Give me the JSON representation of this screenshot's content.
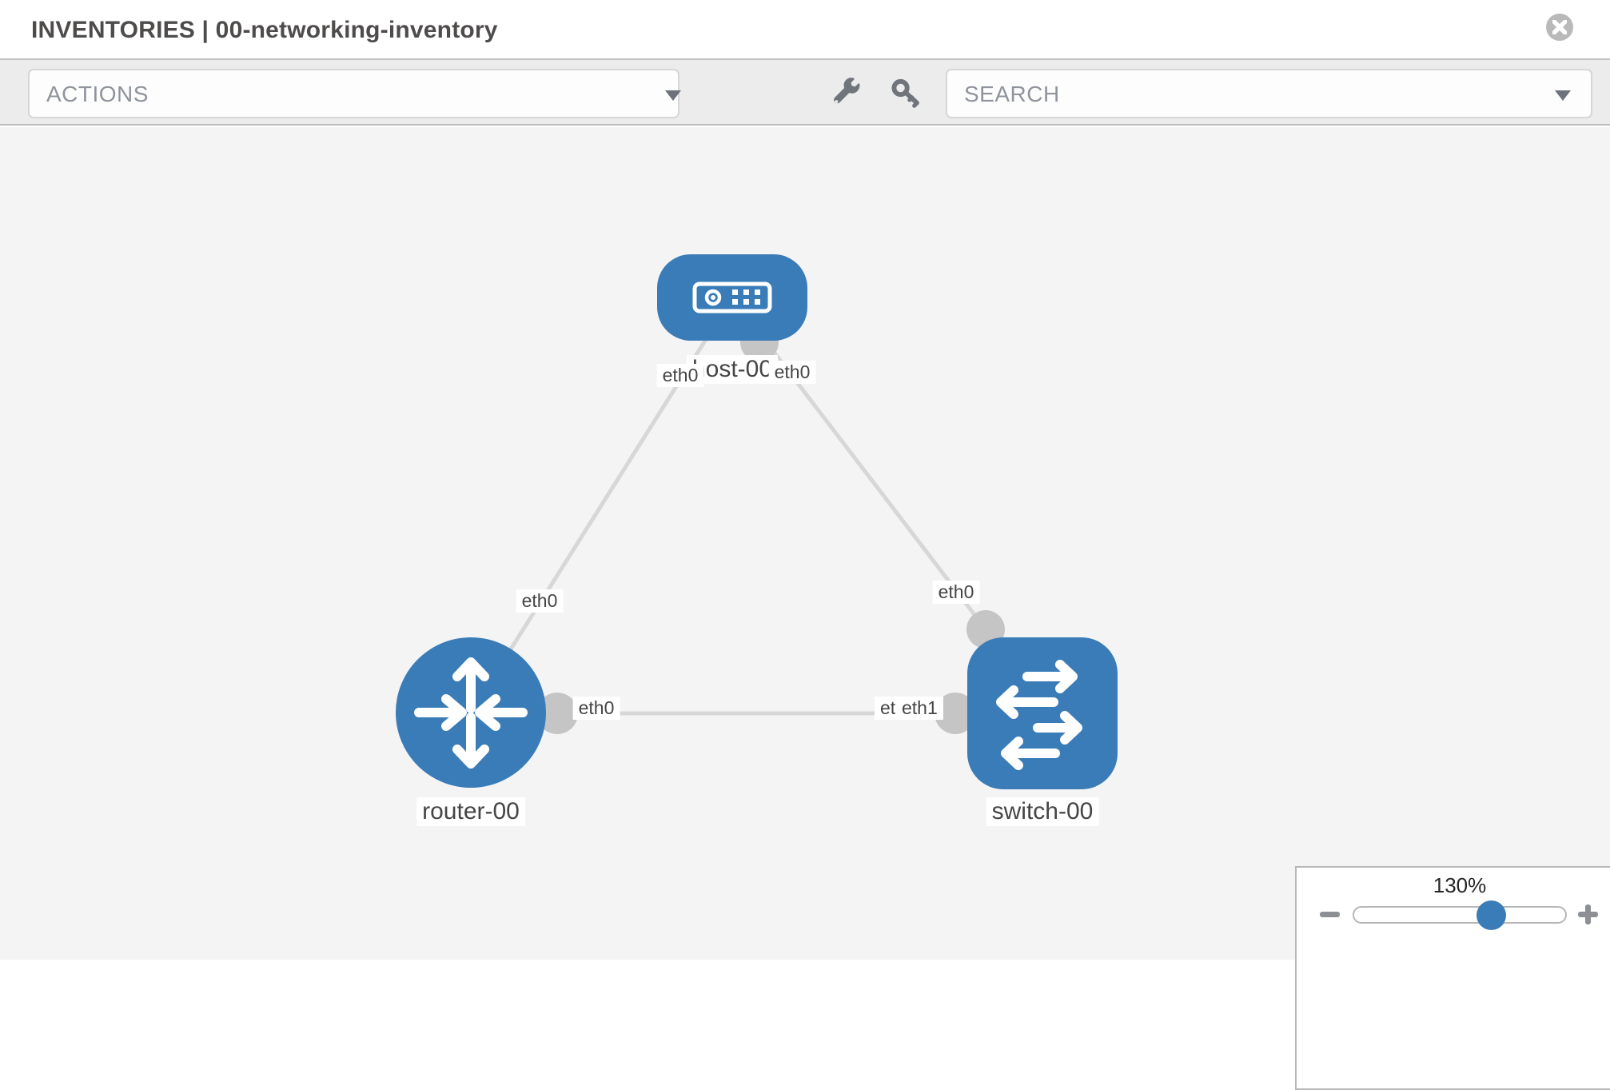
{
  "header": {
    "title": "INVENTORIES | 00-networking-inventory",
    "close_icon": "close"
  },
  "toolbar": {
    "actions_label": "ACTIONS",
    "search_label": "SEARCH",
    "icons": [
      "wrench",
      "key"
    ]
  },
  "colors": {
    "node_blue": "#3a7cb8",
    "link_gray": "#d7d7d7",
    "connector_gray": "#c5c5c5",
    "canvas_bg": "#f4f4f4"
  },
  "diagram": {
    "nodes": {
      "host": {
        "label": "host-00",
        "type": "host"
      },
      "router": {
        "label": "router-00",
        "type": "router"
      },
      "switch": {
        "label": "switch-00",
        "type": "switch"
      }
    },
    "links": [
      {
        "from": "host-00",
        "from_if": "eth0",
        "to": "router-00",
        "to_if": "eth0"
      },
      {
        "from": "host-00",
        "from_if": "eth0",
        "to": "switch-00",
        "to_if": "eth0"
      },
      {
        "from": "router-00",
        "from_if": "eth0",
        "to": "switch-00",
        "to_if": "eth1",
        "overlapped_label": "eth0"
      }
    ]
  },
  "zoom_control": {
    "value": "130%",
    "minus_icon": "zoom-out",
    "plus_icon": "zoom-in"
  }
}
